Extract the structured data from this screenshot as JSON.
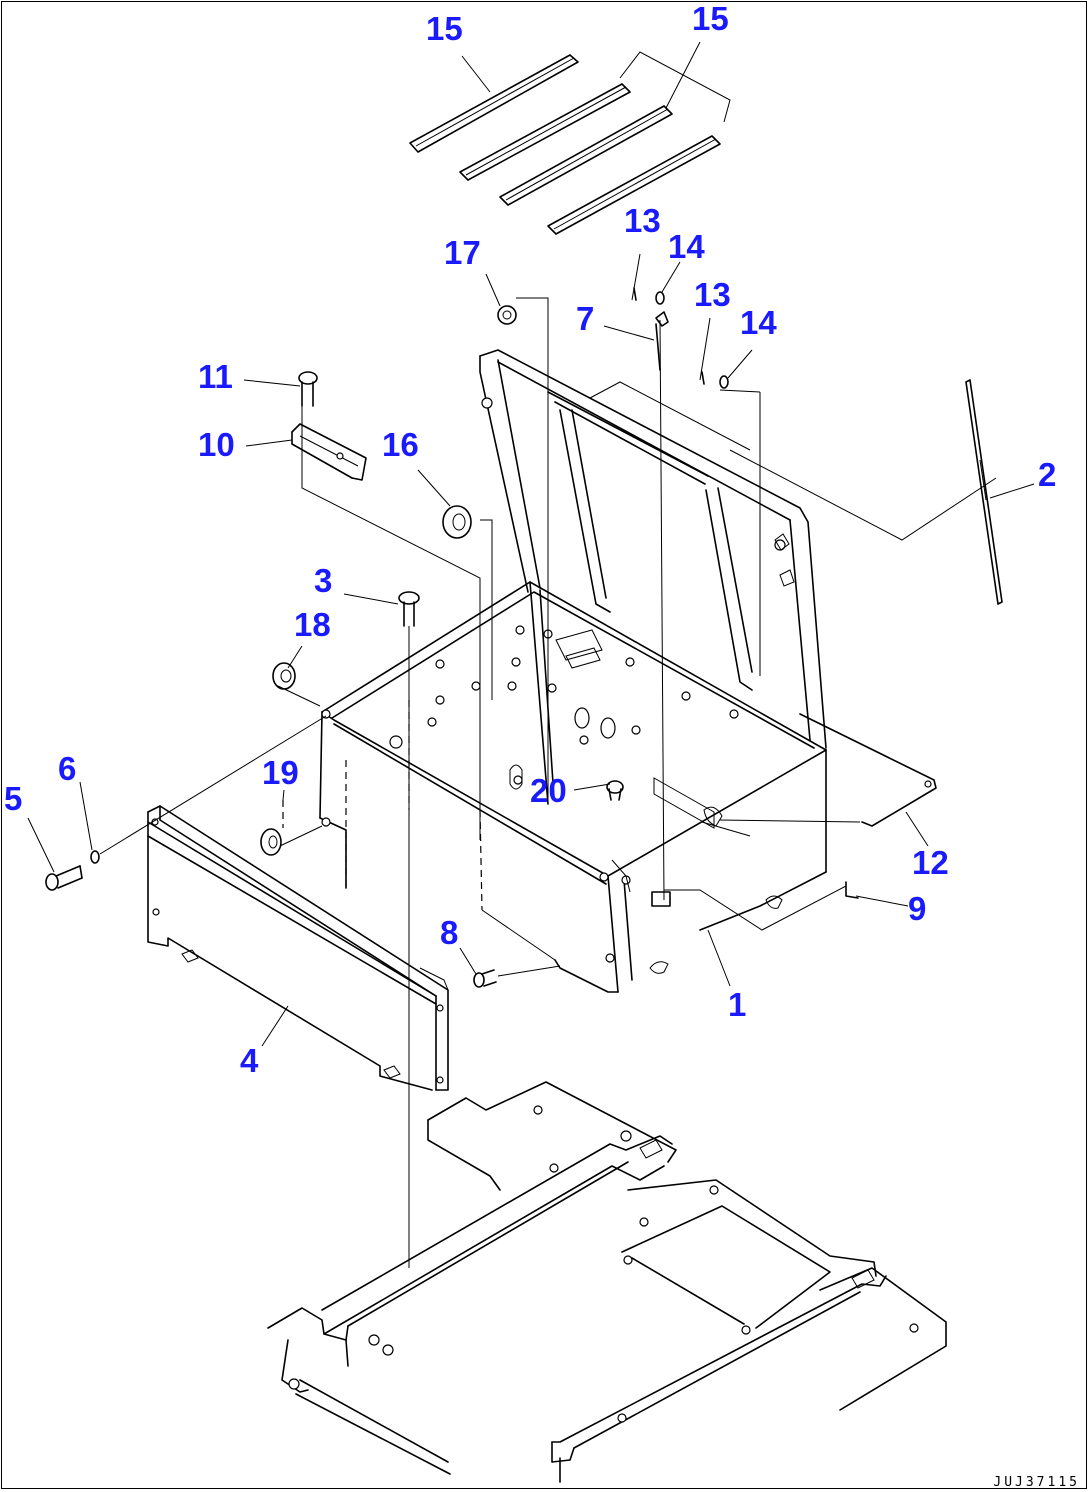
{
  "drawing_code": "JUJ37115",
  "callouts": [
    {
      "label": "15"
    },
    {
      "label": "15"
    },
    {
      "label": "17"
    },
    {
      "label": "13"
    },
    {
      "label": "14"
    },
    {
      "label": "7"
    },
    {
      "label": "13"
    },
    {
      "label": "14"
    },
    {
      "label": "11"
    },
    {
      "label": "10"
    },
    {
      "label": "16"
    },
    {
      "label": "2"
    },
    {
      "label": "3"
    },
    {
      "label": "18"
    },
    {
      "label": "19"
    },
    {
      "label": "6"
    },
    {
      "label": "5"
    },
    {
      "label": "20"
    },
    {
      "label": "8"
    },
    {
      "label": "12"
    },
    {
      "label": "9"
    },
    {
      "label": "1"
    },
    {
      "label": "4"
    }
  ]
}
